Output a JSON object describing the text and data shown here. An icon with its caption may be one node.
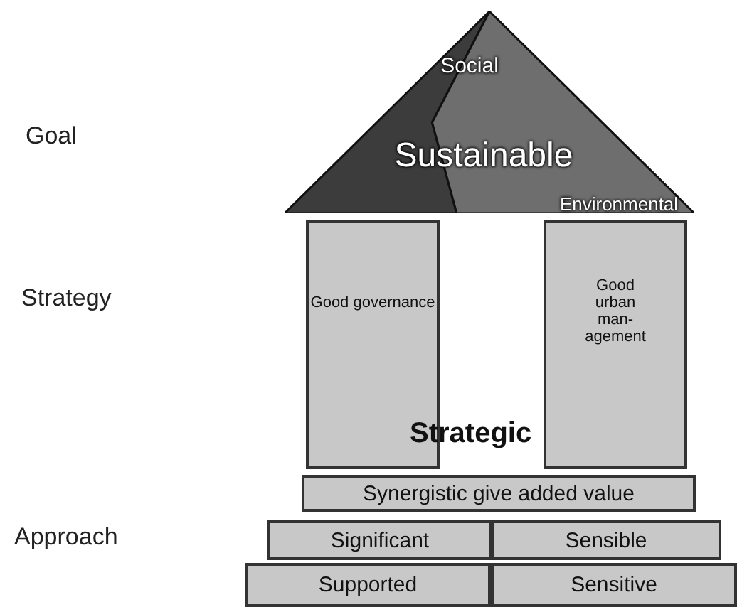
{
  "diagram": {
    "nodes": [
      {
        "text": [
          "Social",
          "Sustainable",
          "Environmental"
        ]
      },
      {
        "text": [
          "Good governance"
        ]
      },
      {
        "text": [
          "Good urban man- agement"
        ]
      },
      {
        "text": [
          "Synergistic give added value"
        ]
      },
      {
        "text": [
          "Significant"
        ]
      },
      {
        "text": [
          "Sensible"
        ]
      },
      {
        "text": [
          "Supported"
        ]
      },
      {
        "text": [
          "Sensitive"
        ]
      }
    ],
    "labels": [
      "Goal",
      "Strategy",
      "Strategic",
      "Approach"
    ]
  }
}
